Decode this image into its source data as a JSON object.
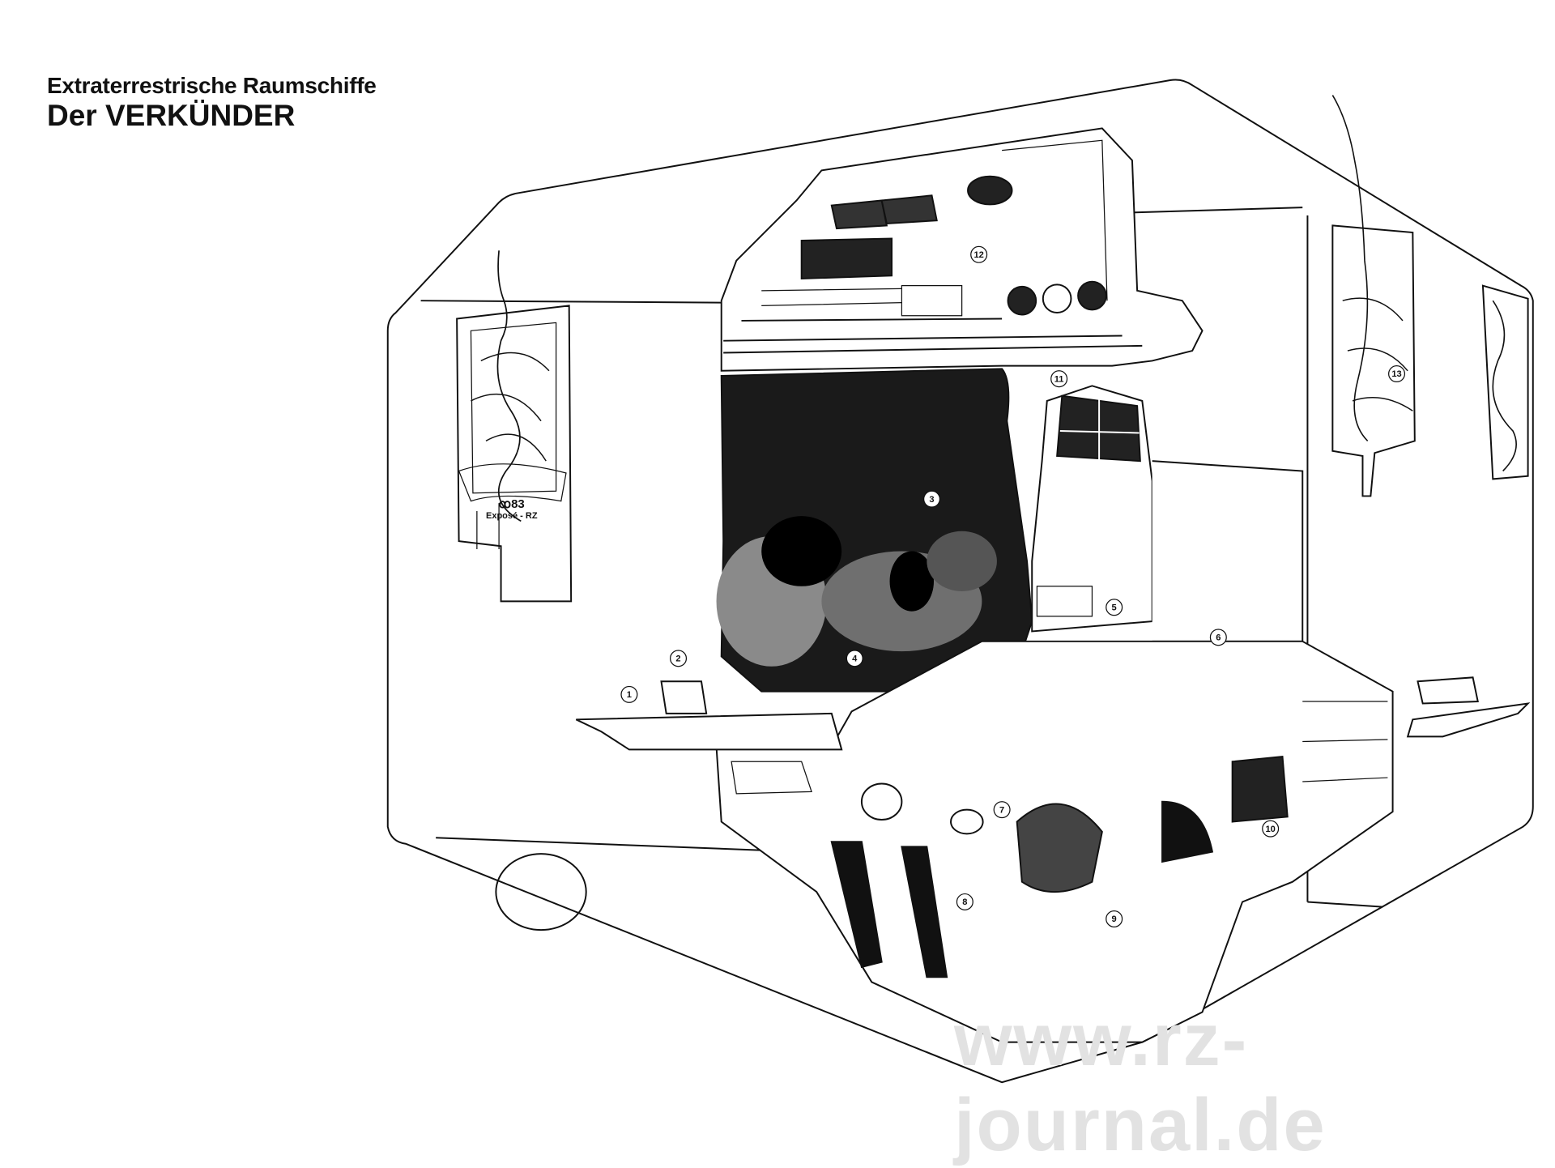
{
  "header": {
    "subtitle": "Extraterrestrische Raumschiffe",
    "title": "Der VERKÜNDER"
  },
  "artist_signature": {
    "mark": "ꝏ83",
    "text": "Exposé - RZ"
  },
  "callouts": [
    "1",
    "2",
    "3",
    "4",
    "5",
    "6",
    "7",
    "8",
    "9",
    "10",
    "11",
    "12",
    "13"
  ],
  "watermark": "www.rz-journal.de",
  "colors": {
    "ink": "#111111",
    "paper": "#ffffff",
    "watermark": "#e2e2e2"
  }
}
